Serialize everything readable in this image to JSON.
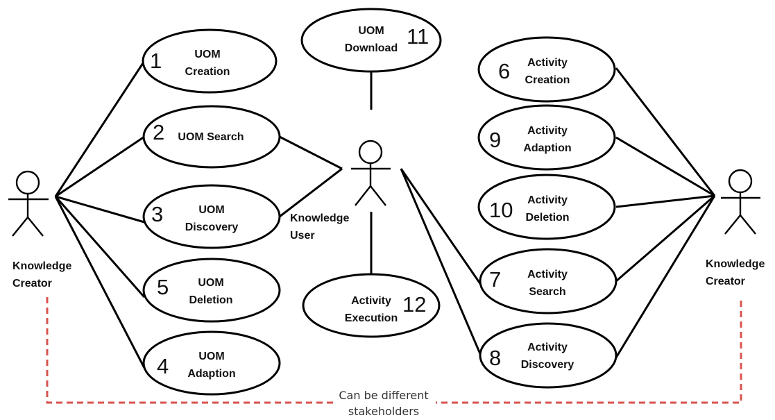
{
  "actors": {
    "creator_left": {
      "line1": "Knowledge",
      "line2": "Creator"
    },
    "user": {
      "line1": "Knowledge",
      "line2": "User"
    },
    "creator_right": {
      "line1": "Knowledge",
      "line2": "Creator"
    }
  },
  "use_cases": {
    "uom_download": {
      "number": "11",
      "line1": "UOM",
      "line2": "Download"
    },
    "uom_creation": {
      "number": "1",
      "line1": "UOM",
      "line2": "Creation"
    },
    "uom_search": {
      "number": "2",
      "line1": "UOM Search"
    },
    "uom_discovery": {
      "number": "3",
      "line1": "UOM",
      "line2": "Discovery"
    },
    "uom_deletion": {
      "number": "5",
      "line1": "UOM",
      "line2": "Deletion"
    },
    "uom_adaption": {
      "number": "4",
      "line1": "UOM",
      "line2": "Adaption"
    },
    "activity_execution": {
      "number": "12",
      "line1": "Activity",
      "line2": "Execution"
    },
    "activity_creation": {
      "number": "6",
      "line1": "Activity",
      "line2": "Creation"
    },
    "activity_adaption": {
      "number": "9",
      "line1": "Activity",
      "line2": "Adaption"
    },
    "activity_deletion": {
      "number": "10",
      "line1": "Activity",
      "line2": "Deletion"
    },
    "activity_search": {
      "number": "7",
      "line1": "Activity",
      "line2": "Search"
    },
    "activity_discovery": {
      "number": "8",
      "line1": "Activity",
      "line2": "Discovery"
    }
  },
  "note": {
    "line1": "Can be different",
    "line2": "stakeholders"
  },
  "colors": {
    "dashed_line": "#d9534f",
    "stroke": "#000000"
  }
}
